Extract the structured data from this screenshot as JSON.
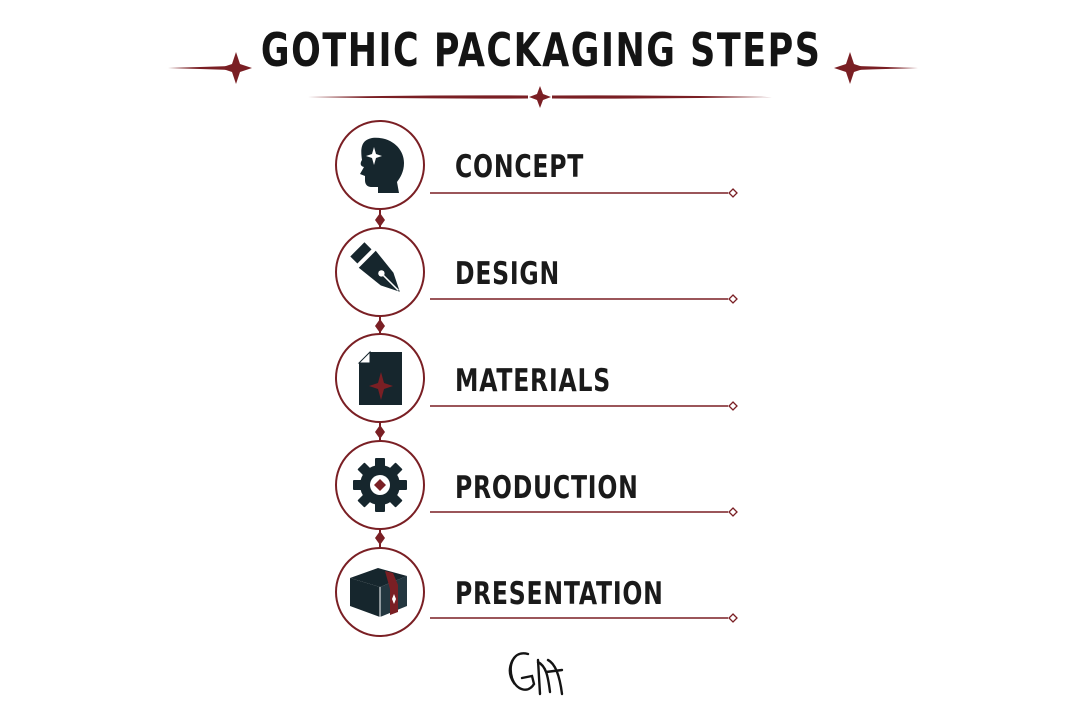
{
  "title": "GOTHIC PACKAGING STEPS",
  "steps": [
    {
      "label": "CONCEPT",
      "icon": "head-with-sparkle-icon"
    },
    {
      "label": "DESIGN",
      "icon": "fountain-pen-nib-icon"
    },
    {
      "label": "MATERIALS",
      "icon": "paper-sheet-with-sparkle-icon"
    },
    {
      "label": "PRODUCTION",
      "icon": "gear-icon"
    },
    {
      "label": "PRESENTATION",
      "icon": "ribboned-box-icon"
    }
  ],
  "monogram": "GM",
  "colors": {
    "accent": "#7a1f24",
    "ink": "#16262d",
    "text": "#141414",
    "background": "#ffffff"
  }
}
